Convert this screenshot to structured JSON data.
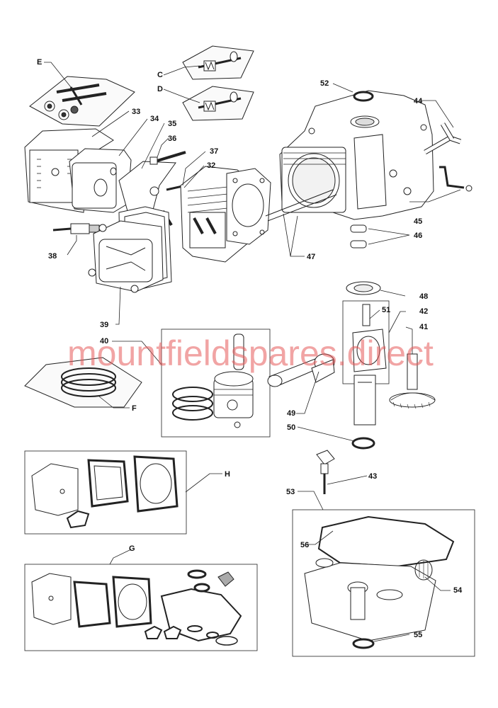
{
  "watermark": "mountfieldspares.direct",
  "callouts": {
    "E": "E",
    "C": "C",
    "D": "D",
    "52": "52",
    "44": "44",
    "33": "33",
    "34": "34",
    "35": "35",
    "36": "36",
    "37": "37",
    "32": "32",
    "45": "45",
    "46": "46",
    "47": "47",
    "38": "38",
    "39": "39",
    "48": "48",
    "42": "42",
    "51": "51",
    "41": "41",
    "40": "40",
    "F": "F",
    "49": "49",
    "50": "50",
    "H": "H",
    "43": "43",
    "53": "53",
    "56": "56",
    "G": "G",
    "54": "54",
    "55": "55"
  }
}
